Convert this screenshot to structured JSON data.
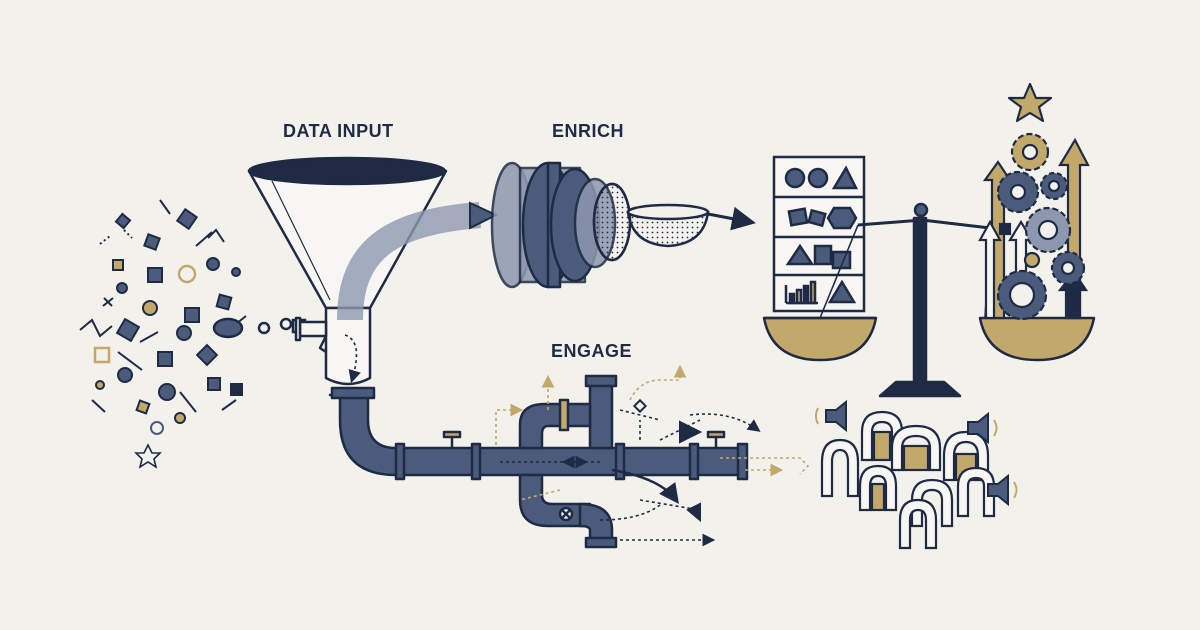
{
  "stages": {
    "input": "DATA INPUT",
    "enrich": "ENRICH",
    "engage": "ENGAGE"
  },
  "colors": {
    "navy": "#1f2b45",
    "slate": "#4b5b7c",
    "steel": "#8d98b0",
    "gold": "#c3a86b",
    "paper": "#f3f1ec"
  },
  "icons": [
    "funnel-icon",
    "lens-icon",
    "sieve-icon",
    "shelf-icon",
    "scale-icon",
    "gear-icon",
    "star-icon",
    "pipe-icon",
    "speaker-icon",
    "arch-icon"
  ]
}
